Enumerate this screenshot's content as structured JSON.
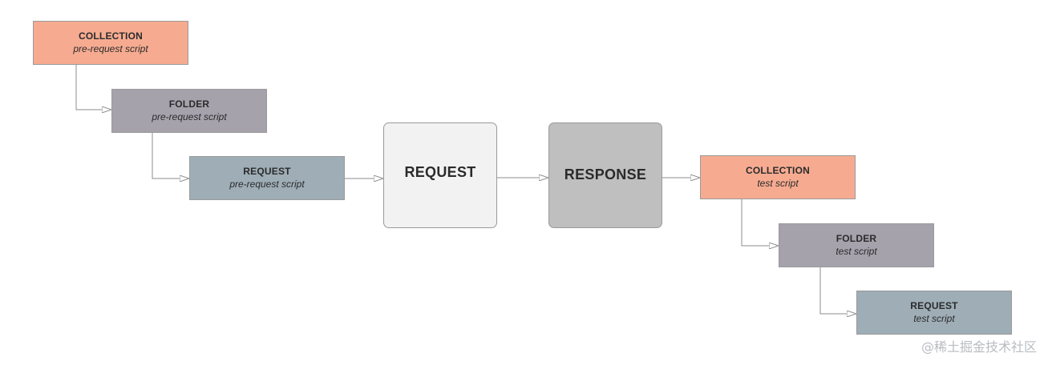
{
  "pre_chain": [
    {
      "title": "COLLECTION",
      "subtitle": "pre-request script"
    },
    {
      "title": "FOLDER",
      "subtitle": "pre-request script"
    },
    {
      "title": "REQUEST",
      "subtitle": "pre-request script"
    }
  ],
  "center": {
    "request": "REQUEST",
    "response": "RESPONSE"
  },
  "post_chain": [
    {
      "title": "COLLECTION",
      "subtitle": "test script"
    },
    {
      "title": "FOLDER",
      "subtitle": "test script"
    },
    {
      "title": "REQUEST",
      "subtitle": "test script"
    }
  ],
  "watermark": "@稀土掘金技术社区",
  "colors": {
    "collection": "#f6ab91",
    "folder": "#a5a2ac",
    "request": "#9eadb6",
    "request_box": "#f2f2f2",
    "response_box": "#bfbfbf",
    "connector": "#8c8c8c"
  }
}
